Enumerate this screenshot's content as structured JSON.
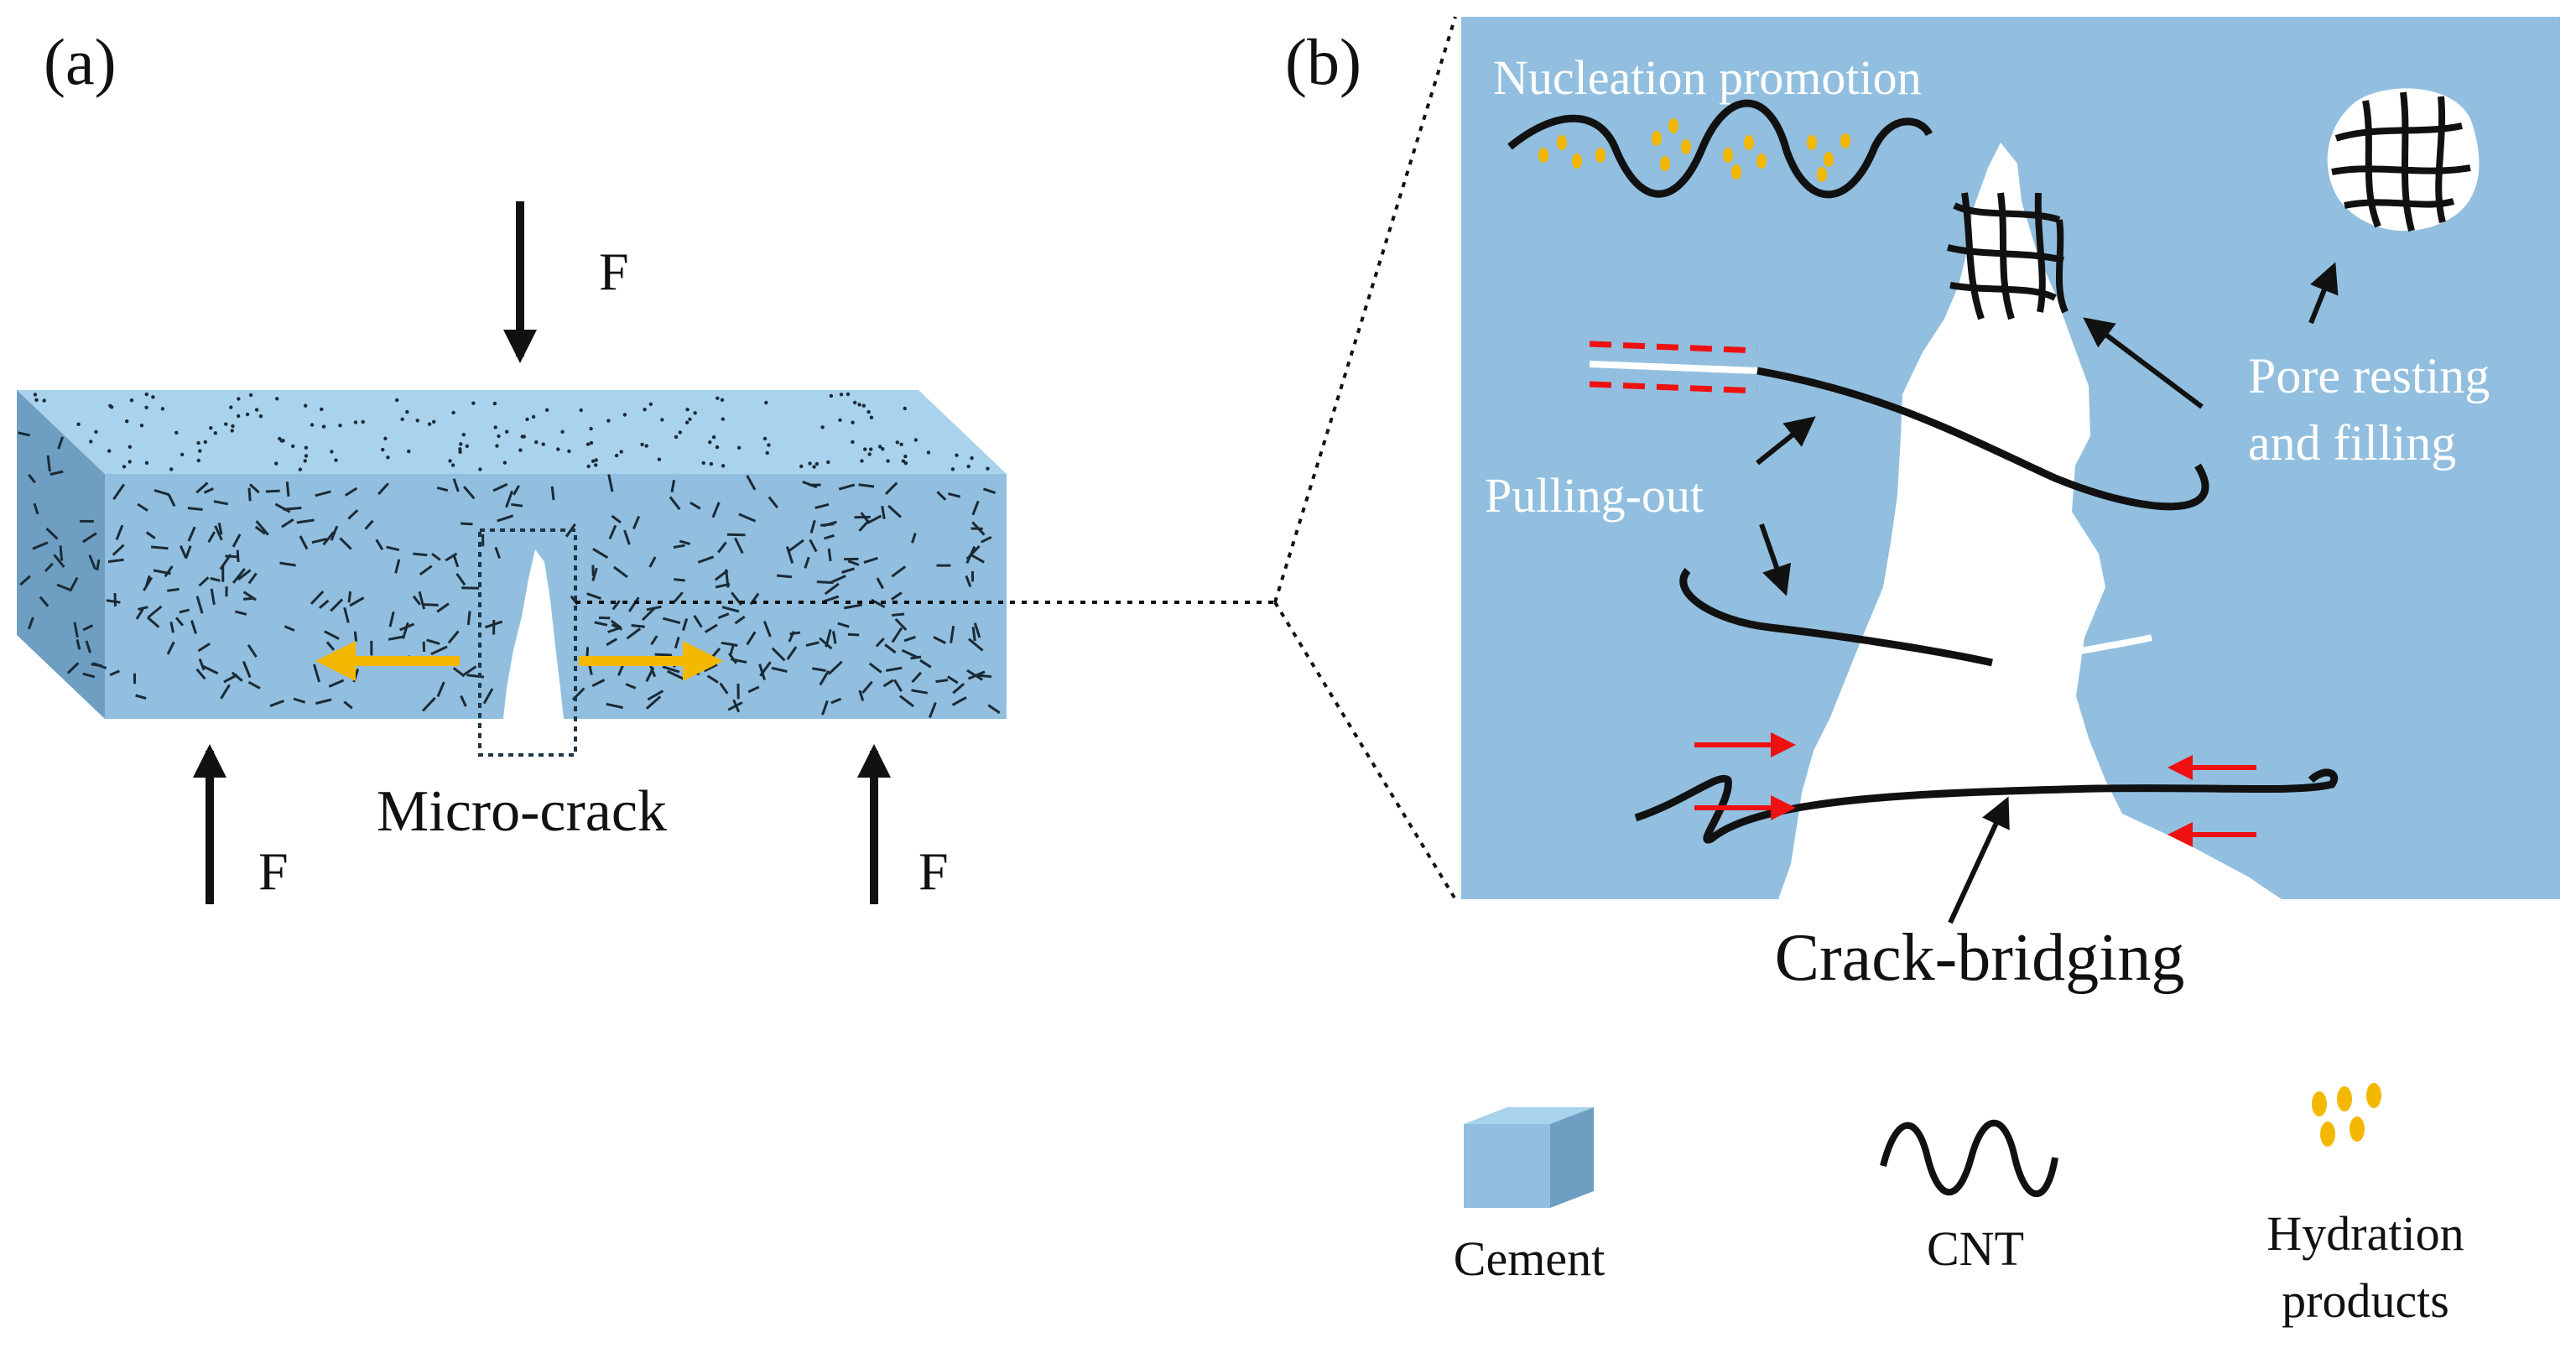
{
  "panel_a": {
    "label": "(a)",
    "force_label": "F",
    "crack_label": "Micro-crack"
  },
  "panel_b": {
    "label": "(b)",
    "nucleation_label": "Nucleation promotion",
    "pore_label_line1": "Pore resting",
    "pore_label_line2": "and filling",
    "pullout_label": "Pulling-out",
    "bridging_label": "Crack-bridging"
  },
  "legend": {
    "cement": "Cement",
    "cnt": "CNT",
    "hydration_line1": "Hydration",
    "hydration_line2": "products"
  },
  "colors": {
    "cement_front": "#92bfdf",
    "cement_top": "#a9d2ec",
    "cement_side": "#6e9fc3",
    "crack": "#ffffff",
    "cnt": "#111111",
    "hydration": "#f5b800",
    "push_arrow": "#ee1111",
    "expansion_arrow": "#f5b800"
  }
}
